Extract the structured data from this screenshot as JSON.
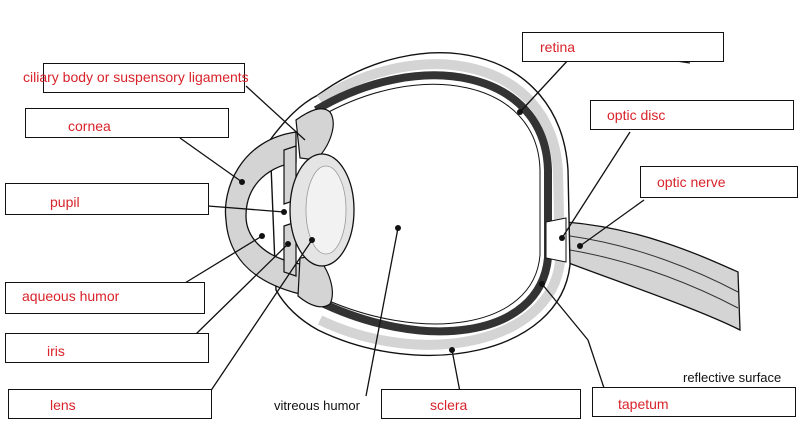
{
  "labels": {
    "retina": "retina",
    "ciliary": "ciliary body or suspensory ligaments",
    "cornea": "cornea",
    "optic_disc": "optic disc",
    "optic_nerve": "optic nerve",
    "pupil": "pupil",
    "aqueous": "aqueous humor",
    "iris": "iris",
    "lens": "lens",
    "vitreous": "vitreous humor",
    "sclera": "sclera",
    "tapetum": "tapetum",
    "reflective": "reflective surface"
  },
  "colors": {
    "label_red": "#d8232a",
    "line": "#111111",
    "tissue_gray": "#d4d4d4",
    "retina_dark": "#333333"
  }
}
